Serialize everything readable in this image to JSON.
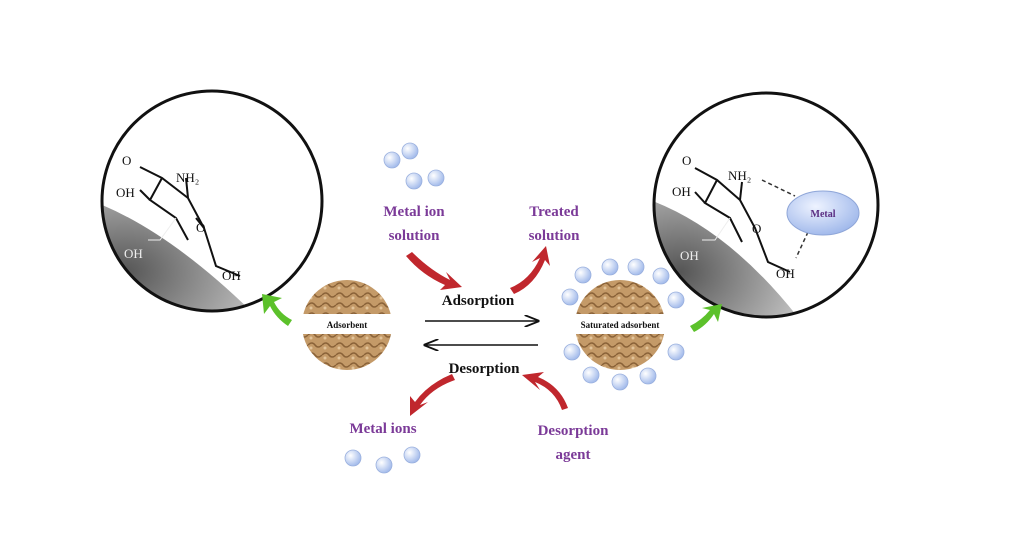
{
  "left_circle": {
    "o": "O",
    "nh2": "NH₂",
    "oh1": "OH",
    "oh2": "OH",
    "ring_o": "O",
    "oh3": "OH"
  },
  "right_circle": {
    "o": "O",
    "nh2": "NH₂",
    "oh1": "OH",
    "oh2": "OH",
    "ring_o": "O",
    "oh3": "OH",
    "metal": "Metal"
  },
  "labels": {
    "metal_ion_solution": [
      "Metal ion",
      "solution"
    ],
    "treated_solution": [
      "Treated",
      "solution"
    ],
    "adsorption": "Adsorption",
    "desorption": "Desorption",
    "metal_ions": "Metal ions",
    "desorption_agent": [
      "Desorption",
      "agent"
    ],
    "adsorbent": "Adsorbent",
    "saturated_adsorbent": "Saturated adsorbent"
  },
  "colors": {
    "purple": "#7b3a98",
    "red_arrow": "#c0272d",
    "green_arrow": "#5cc12b",
    "ion": "#b8cdf2",
    "adsorbent": "#b58a5a"
  }
}
